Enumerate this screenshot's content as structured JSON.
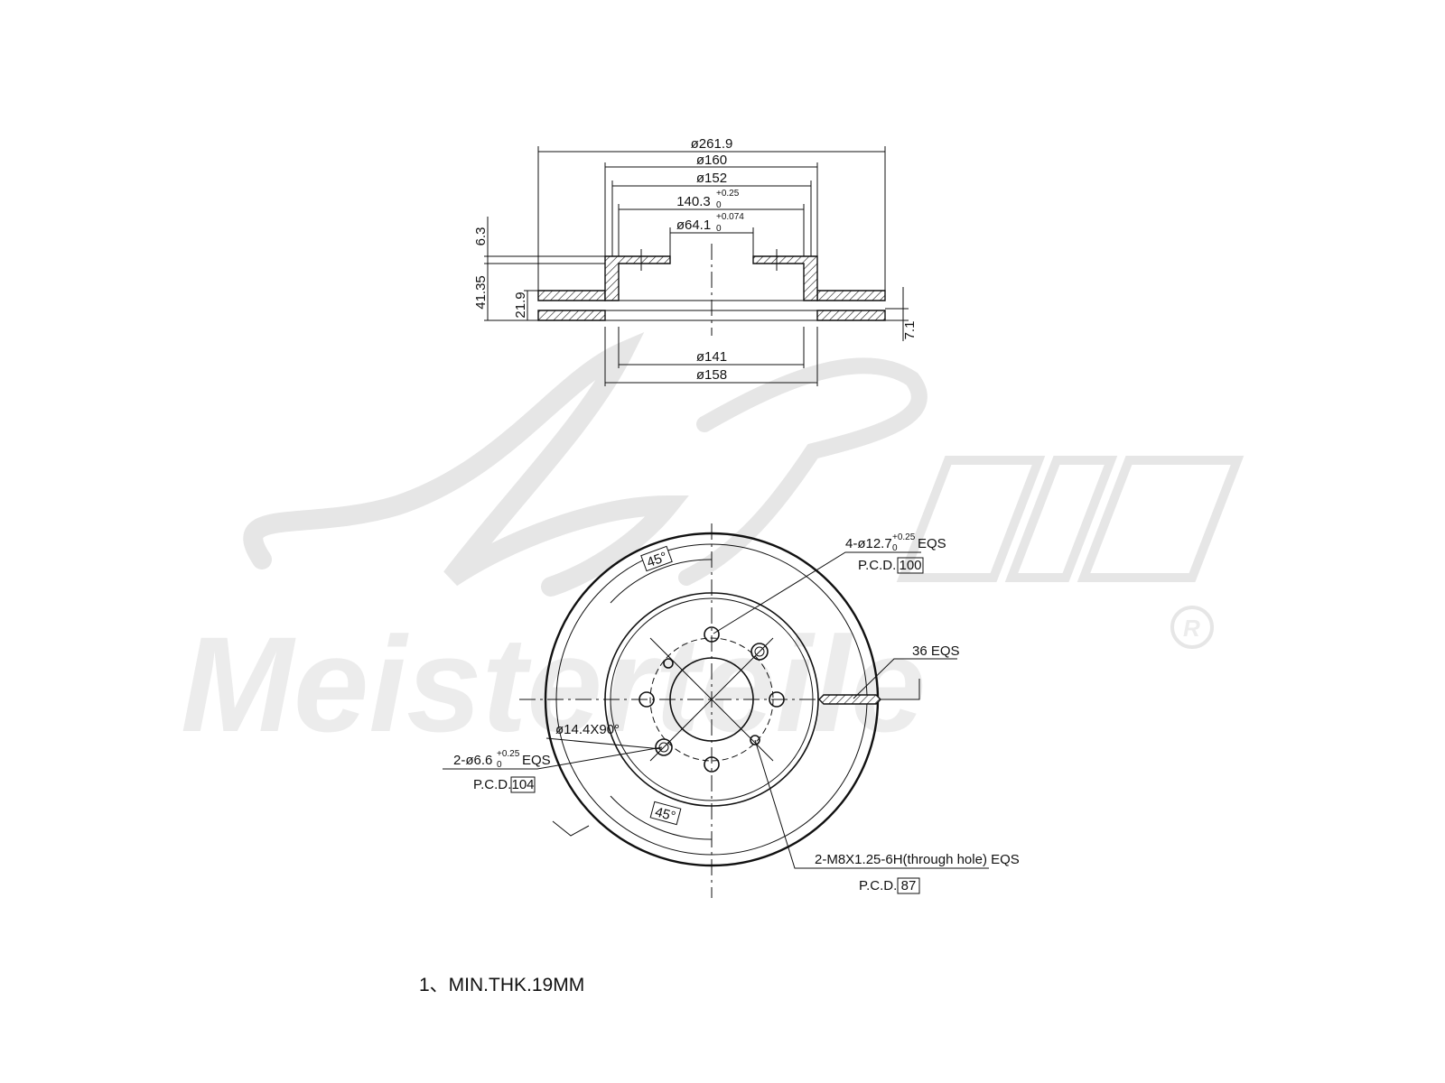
{
  "watermark": {
    "brand": "Meisterteile",
    "initials": "A.L.",
    "registered_mark": "R"
  },
  "side_view": {
    "dimensions": {
      "outer_diameter": "ø261.9",
      "d160": "ø160",
      "d152": "ø152",
      "d140_base": "140.3",
      "d140_upper": "+0.25",
      "d140_lower": "0",
      "d64_base": "ø64.1",
      "d64_upper": "+0.074",
      "d64_lower": "0",
      "hat_thickness": "6.3",
      "total_height": "41.35",
      "disc_thickness": "21.9",
      "plate_thickness": "7.1",
      "d141": "ø141",
      "d158": "ø158"
    }
  },
  "front_view": {
    "angle_top": "45°",
    "angle_bottom": "45°",
    "bolt_holes": {
      "spec_base": "4-ø12.7",
      "upper": "+0.25",
      "lower": "0",
      "suffix": "EQS",
      "pcd_label": "P.C.D.",
      "pcd_value": "100"
    },
    "vanes": {
      "spec": "36 EQS"
    },
    "chamfer": {
      "spec": "ø14.4X90°"
    },
    "small_holes": {
      "spec_base": "2-ø6.6",
      "upper": "+0.25",
      "lower": "0",
      "suffix": "EQS",
      "pcd_label": "P.C.D.",
      "pcd_value": "104"
    },
    "threaded_holes": {
      "spec": "2-M8X1.25-6H(through hole) EQS",
      "pcd_label": "P.C.D.",
      "pcd_value": "87"
    }
  },
  "note": "1、MIN.THK.19MM"
}
